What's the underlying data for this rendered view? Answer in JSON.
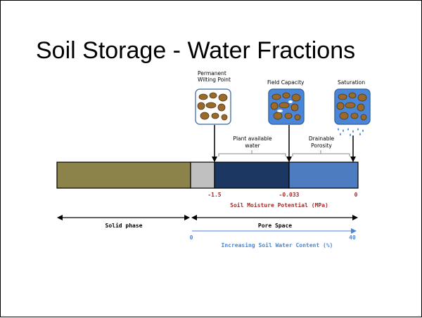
{
  "title": "Soil Storage - Water Fractions",
  "states": [
    {
      "line1": "Permanent",
      "line2": "Wilting Point",
      "icon": "dry-soil-icon"
    },
    {
      "line1": "Field Capacity",
      "line2": "",
      "icon": "moist-soil-icon"
    },
    {
      "line1": "Saturation",
      "line2": "",
      "icon": "saturated-soil-icon"
    }
  ],
  "fractions": {
    "plant_available": {
      "line1": "Plant available",
      "line2": "water"
    },
    "drainable": {
      "line1": "Drainable",
      "line2": "Porosity"
    }
  },
  "bar_colors": {
    "solid": "#8b8349",
    "unavailable": "#c0c0c0",
    "plant_available": "#1d3763",
    "drainable": "#4d7dc0"
  },
  "potential_axis": {
    "ticks": [
      "-1.5",
      "-0.033",
      "0"
    ],
    "label": "Soil Moisture Potential (MPa)",
    "color": "#a52a2a"
  },
  "phases": {
    "solid": "Solid phase",
    "pore": "Pore Space"
  },
  "content_axis": {
    "min": "0",
    "max": "40",
    "label": "Increasing Soil Water Content (%)",
    "color": "#4a86d8"
  }
}
